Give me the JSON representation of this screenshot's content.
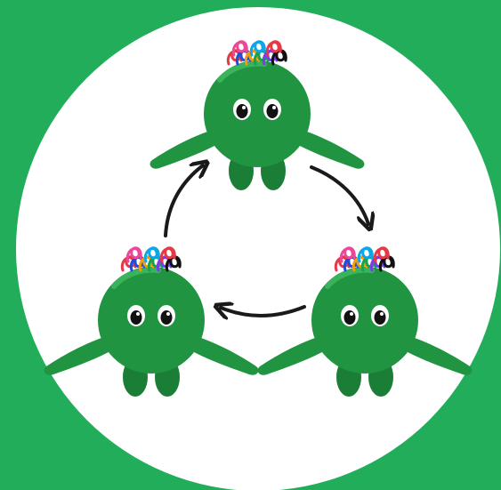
{
  "colors": {
    "background": "#21ad5a",
    "circle": "#ffffff",
    "body": "#209440",
    "body_shade": "#1a7e36",
    "body_highlight": "#3ab35a",
    "arrow": "#1a1a1a"
  },
  "illustration": {
    "characters": [
      {
        "name": "top-creature",
        "position": "top"
      },
      {
        "name": "right-creature",
        "position": "bottom-right"
      },
      {
        "name": "left-creature",
        "position": "bottom-left"
      }
    ],
    "arrows": [
      {
        "name": "arrow-top-to-right",
        "direction": "clockwise"
      },
      {
        "name": "arrow-right-to-left",
        "direction": "clockwise"
      },
      {
        "name": "arrow-left-to-top",
        "direction": "clockwise"
      }
    ],
    "hair_colors": [
      "#e63946",
      "#1d4ed8",
      "#f59e0b",
      "#16a34a",
      "#7c3aed",
      "#111111",
      "#ec4899",
      "#0ea5e9"
    ]
  }
}
